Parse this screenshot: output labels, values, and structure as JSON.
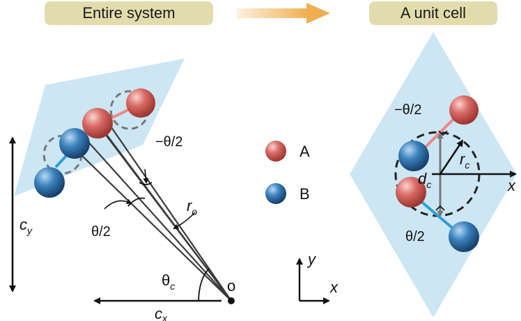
{
  "header": {
    "left_title": "Entire system",
    "right_title": "A unit cell"
  },
  "legend": {
    "a_label": "A",
    "b_label": "B"
  },
  "left_labels": {
    "minus_half_theta": "−θ/2",
    "half_theta": "θ/2",
    "r_o": "r",
    "r_o_sub": "o",
    "theta_c": "θ",
    "theta_c_sub": "c",
    "origin": "o",
    "c_y": "c",
    "c_y_sub": "y",
    "c_x": "c",
    "c_x_sub": "x"
  },
  "axes_labels": {
    "x": "x",
    "y": "y"
  },
  "right_labels": {
    "minus_half_theta": "−θ/2",
    "half_theta": "θ/2",
    "r_c": "r",
    "r_c_sub": "c",
    "d_c": "d",
    "d_c_sub": "c",
    "x": "x"
  },
  "colors": {
    "header_pill": "#e2dcad",
    "arrow_gradient_start": "#fbe8c8",
    "arrow_gradient_end": "#f2b560",
    "lattice_fill": "#cde6f3",
    "atom_a": "#d2605c",
    "atom_b": "#2e74ad",
    "bond_a": "#e88a85",
    "bond_b": "#2a9fd8"
  }
}
